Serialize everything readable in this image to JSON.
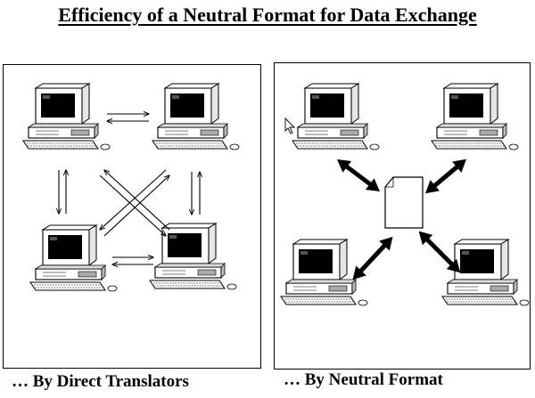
{
  "title": "Efficiency of a Neutral Format for Data Exchange",
  "left_panel": {
    "caption": "… By Direct Translators"
  },
  "right_panel": {
    "caption": "… By Neutral Format"
  },
  "icons": {
    "computer": "desktop-computer-icon",
    "document": "document-icon",
    "cursor": "mouse-cursor-icon"
  }
}
